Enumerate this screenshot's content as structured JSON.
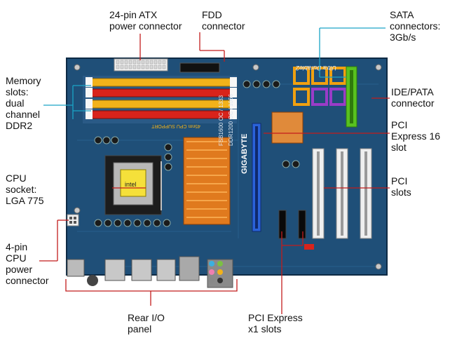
{
  "labels": {
    "atx24": "24-pin ATX\npower connector",
    "fdd": "FDD\nconnector",
    "sata": "SATA\nconnectors:\n3Gb/s",
    "memory": "Memory\nslots:\ndual\nchannel\nDDR2",
    "ide": "IDE/PATA\nconnector",
    "pcie16": "PCI\nExpress 16\nslot",
    "cpu_socket": "CPU\nsocket:\nLGA 775",
    "pci": "PCI\nslots",
    "cpu_power": "4-pin\nCPU\npower\nconnector",
    "rear_io": "Rear I/O\npanel",
    "pcie1": "PCI Express\nx1 slots"
  },
  "board_text": {
    "brand": "GIGABYTE",
    "series": "Ultra Durable2",
    "fsb": "FSB1600 OC / 1333",
    "ddr": "DDR1200 OC / 1066",
    "cpu_support": "45nm CPU SUPPORT",
    "chip_mark": "intel"
  },
  "colors": {
    "board": "#1f4f78",
    "leader_red": "#c21c1c",
    "leader_cyan": "#1aa3c6",
    "dimm_red": "#d8231b",
    "dimm_yellow": "#f2b21a",
    "heatsink": "#e07a1e",
    "ide_green": "#58c21f",
    "sata_orange": "#f0a010",
    "sata_purple": "#9a3cc8",
    "pcie_blue": "#2a62d8"
  }
}
